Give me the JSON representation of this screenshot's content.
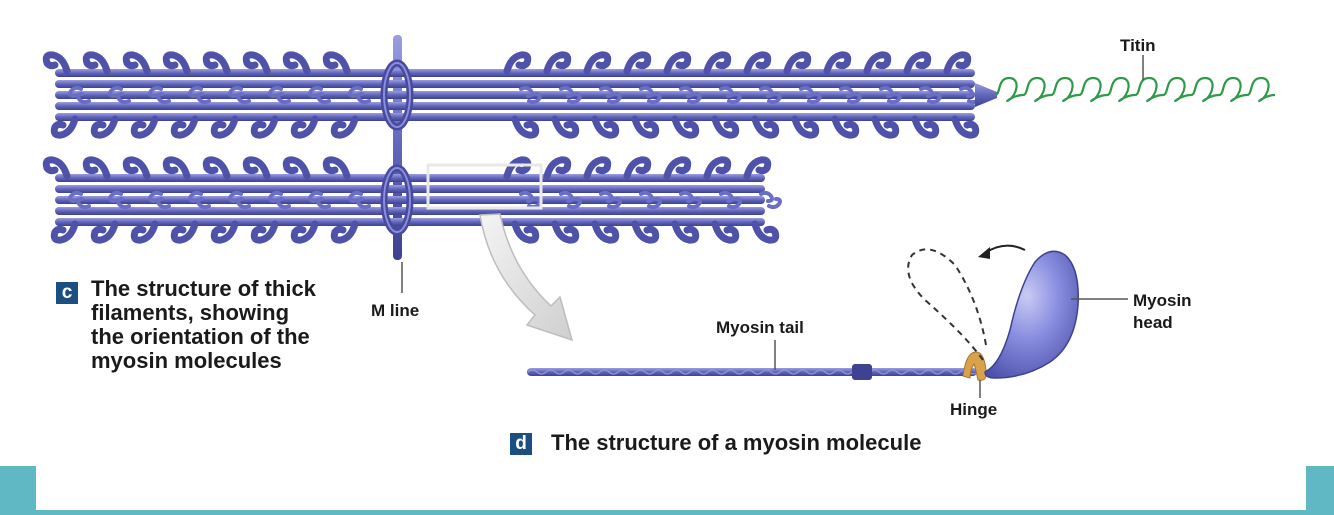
{
  "labels": {
    "titin": "Titin",
    "m_line": "M line",
    "myosin_tail": "Myosin tail",
    "myosin_head_line1": "Myosin",
    "myosin_head_line2": "head",
    "hinge": "Hinge"
  },
  "panel_c": {
    "badge": "c",
    "caption_lines": [
      "The structure of thick",
      "filaments, showing",
      "the orientation of the",
      "myosin molecules"
    ]
  },
  "panel_d": {
    "badge": "d",
    "caption": "The structure of a myosin molecule"
  },
  "colors": {
    "filament": "#5b5fb0",
    "filament_light": "#8f93d6",
    "filament_dark": "#3d3f8a",
    "titin": "#2e9a4a",
    "hinge": "#d8a24a",
    "footer_teal": "#5fb8c4",
    "badge": "#1b4f82"
  },
  "icons": [
    "curved-arrow-icon",
    "zoom-arrow-icon"
  ]
}
